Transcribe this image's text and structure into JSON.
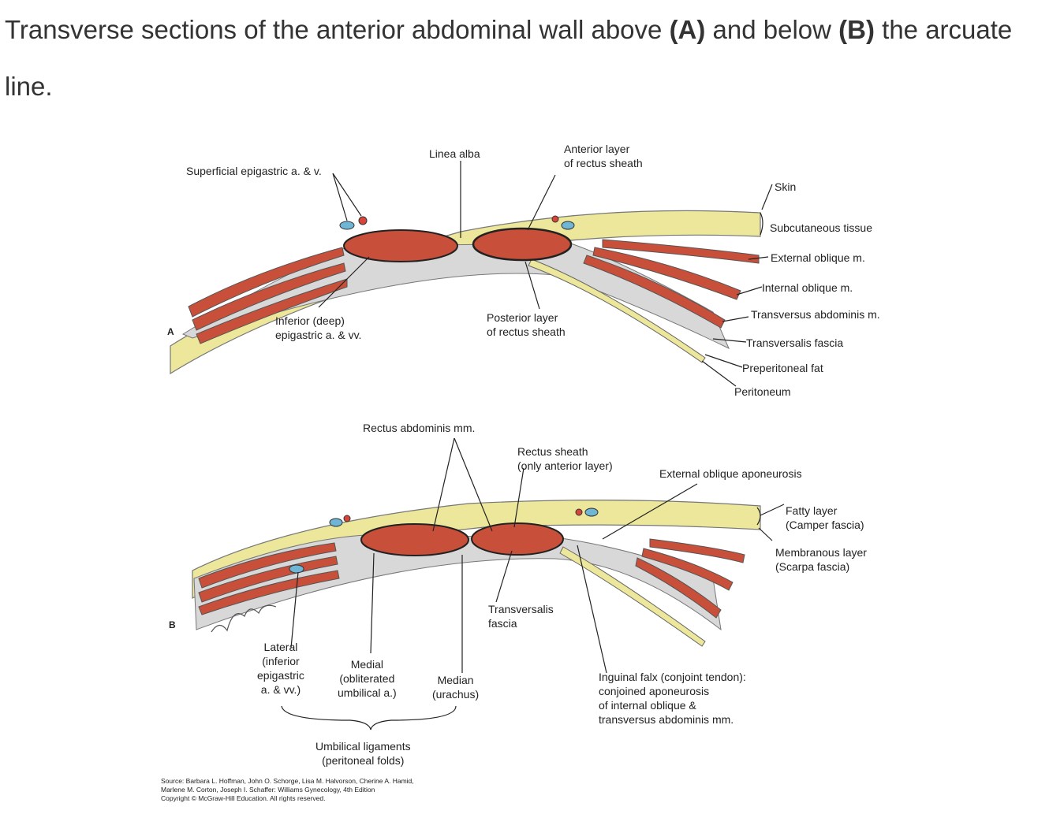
{
  "caption": {
    "part1": "Transverse sections of the anterior abdominal wall above ",
    "a": "(A)",
    "part2": " and below ",
    "b": "(B)",
    "part3": " the arcuate line."
  },
  "panels": {
    "a": "A",
    "b": "B"
  },
  "labels_a": {
    "superficial_epigastric": "Superficial epigastric a. & v.",
    "linea_alba": "Linea alba",
    "anterior_layer_1": "Anterior layer",
    "anterior_layer_2": "of rectus sheath",
    "skin": "Skin",
    "subcutaneous": "Subcutaneous tissue",
    "external_oblique": "External oblique m.",
    "internal_oblique": "Internal oblique m.",
    "transversus": "Transversus abdominis m.",
    "transversalis_fascia": "Transversalis fascia",
    "preperitoneal": "Preperitoneal fat",
    "peritoneum": "Peritoneum",
    "inferior_1": "Inferior (deep)",
    "inferior_2": "epigastric a. & vv.",
    "posterior_1": "Posterior layer",
    "posterior_2": "of rectus sheath"
  },
  "labels_b": {
    "rectus_mm": "Rectus abdominis mm.",
    "sheath_1": "Rectus sheath",
    "sheath_2": "(only anterior layer)",
    "ext_aponeurosis": "External oblique aponeurosis",
    "fatty_1": "Fatty layer",
    "fatty_2": "(Camper fascia)",
    "membranous_1": "Membranous layer",
    "membranous_2": "(Scarpa fascia)",
    "transversalis_1": "Transversalis",
    "transversalis_2": "fascia",
    "lateral_1": "Lateral",
    "lateral_2": "(inferior",
    "lateral_3": "epigastric",
    "lateral_4": "a. & vv.)",
    "medial_1": "Medial",
    "medial_2": "(obliterated",
    "medial_3": "umbilical a.)",
    "median_1": "Median",
    "median_2": "(urachus)",
    "falx_1": "Inguinal falx (conjoint tendon):",
    "falx_2": "conjoined aponeurosis",
    "falx_3": "of internal oblique &",
    "falx_4": "transversus abdominis mm.",
    "umbilical_1": "Umbilical ligaments",
    "umbilical_2": "(peritoneal folds)"
  },
  "source": {
    "line1": "Source: Barbara L. Hoffman, John O. Schorge, Lisa M. Halvorson, Cherine A. Hamid,",
    "line2": "Marlene M. Corton, Joseph I. Schaffer: Williams Gynecology, 4th Edition",
    "line3": "Copyright © McGraw-Hill Education. All rights reserved."
  },
  "colors": {
    "fat": "#ece79a",
    "muscle": "#c8503a",
    "aponeurosis": "#9a9a9a",
    "artery": "#d9443a",
    "vein": "#6fb6d6"
  }
}
